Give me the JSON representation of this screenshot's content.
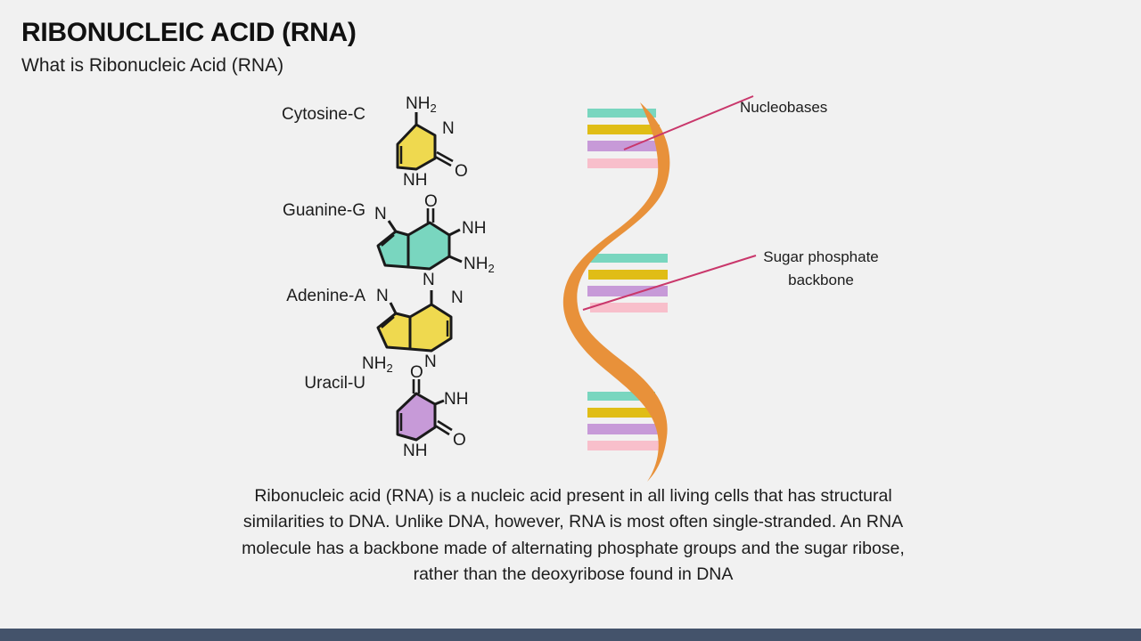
{
  "slide": {
    "title": "RIBONUCLEIC ACID (RNA)",
    "subtitle": "What is Ribonucleic Acid (RNA)",
    "background_color": "#f1f1f1",
    "footer_color": "#44536b"
  },
  "bases": [
    {
      "name": "Cytosine-C",
      "ring_color": "#efd94f",
      "ring_type": "pyrimidine-single-hexagon",
      "atom_labels": [
        "NH2",
        "N",
        "O",
        "NH"
      ]
    },
    {
      "name": "Guanine-G",
      "ring_color": "#79d6bf",
      "ring_type": "purine-fused-bicyclic",
      "atom_labels": [
        "N",
        "O",
        "NH",
        "NH2",
        "N"
      ]
    },
    {
      "name": "Adenine-A",
      "ring_color": "#efd94f",
      "ring_type": "purine-fused-bicyclic",
      "atom_labels": [
        "N",
        "N",
        "NH2",
        "N"
      ]
    },
    {
      "name": "Uracil-U",
      "ring_color": "#c79ad8",
      "ring_type": "pyrimidine-single-hexagon",
      "atom_labels": [
        "O",
        "NH",
        "O",
        "NH"
      ]
    }
  ],
  "atom_text": {
    "N": "N",
    "NH": "NH",
    "O": "O",
    "NH2_main": "NH",
    "NH2_sub": "2"
  },
  "helix": {
    "backbone_color": "#e8913a",
    "rung_colors": {
      "teal": "#79d6bf",
      "gold": "#e0bd16",
      "purple": "#c79ad8",
      "pink": "#f8bfcb"
    },
    "rung_groups": [
      {
        "position": "top",
        "colors": [
          "teal",
          "gold",
          "purple",
          "pink"
        ]
      },
      {
        "position": "middle",
        "colors": [
          "teal",
          "gold",
          "purple",
          "pink"
        ]
      },
      {
        "position": "bottom",
        "colors": [
          "teal",
          "gold",
          "purple",
          "pink"
        ]
      }
    ]
  },
  "callouts": {
    "nucleobases": "Nucleobases",
    "backbone_line1": "Sugar phosphate",
    "backbone_line2": "backbone",
    "leader_color": "#c9376b"
  },
  "body_text": "Ribonucleic acid (RNA) is a nucleic acid present in all living cells that has structural similarities to DNA. Unlike DNA, however, RNA is most often single-stranded. An RNA molecule has a backbone made of alternating phosphate groups and the sugar ribose, rather than the deoxyribose found in DNA"
}
